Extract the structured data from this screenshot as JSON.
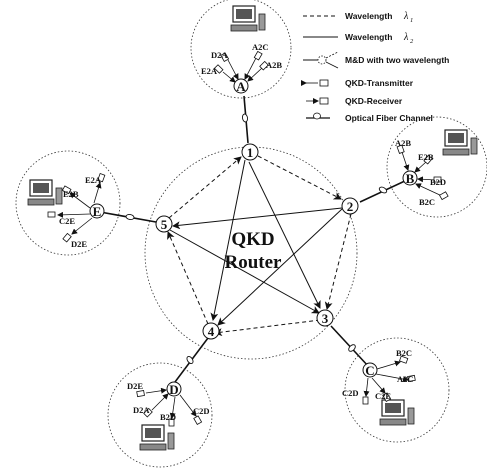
{
  "center": {
    "line1": "QKD",
    "line2": "Router"
  },
  "router_nodes": [
    "1",
    "2",
    "3",
    "4",
    "5"
  ],
  "users": {
    "A": {
      "name": "A",
      "labels": [
        "D2A",
        "A2C",
        "E2A",
        "A2B"
      ]
    },
    "B": {
      "name": "B",
      "labels": [
        "A2B",
        "E2B",
        "B2D",
        "B2C"
      ]
    },
    "C": {
      "name": "C",
      "labels": [
        "B2C",
        "A2C",
        "C2D",
        "C2E"
      ]
    },
    "D": {
      "name": "D",
      "labels": [
        "D2E",
        "D2A",
        "B2D",
        "C2D"
      ]
    },
    "E": {
      "name": "E",
      "labels": [
        "E2A",
        "E2B",
        "C2E",
        "D2E"
      ]
    }
  },
  "legend": {
    "wavelength1": {
      "text": "Wavelength",
      "symbol": "λ",
      "sub": "1"
    },
    "wavelength2": {
      "text": "Wavelength",
      "symbol": "λ",
      "sub": "2"
    },
    "md": "M&D with two wavelength",
    "transmitter": "QKD-Transmitter",
    "receiver": "QKD-Receiver",
    "fiber": "Optical Fiber Channel"
  }
}
